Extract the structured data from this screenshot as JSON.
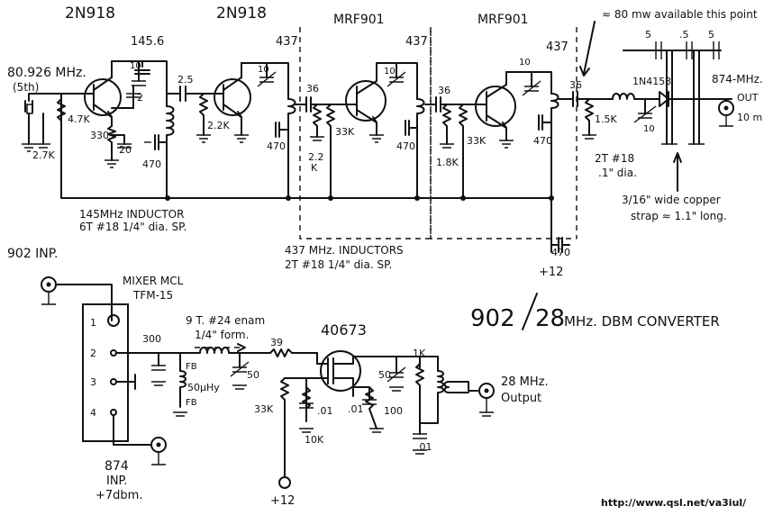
{
  "title": {
    "part1": "902",
    "part2": "28",
    "part3": "MHz. DBM CONVERTER"
  },
  "url": "http://www.qsl.net/va3iul/",
  "note_power": "≈ 80 mw available this point",
  "transistors": [
    "2N918",
    "2N918",
    "MRF901",
    "MRF901",
    "40673"
  ],
  "freqs": [
    "145.6",
    "437",
    "437",
    "437"
  ],
  "crystal": {
    "freq": "80.926 MHz.",
    "overtone": "(5th)"
  },
  "labels": {
    "r47k": "4.7K",
    "r27k": "2.7K",
    "r330": "330",
    "c20": "20",
    "c10a": "10",
    "c2": "2",
    "c470a": "470",
    "c25": "2.5",
    "r22k": "2.2K",
    "c10b": "10",
    "c470b": "470",
    "c36a": "36",
    "r22k2a": "2.2",
    "r22k2b": "K",
    "r33ka": "33K",
    "c10c": "10",
    "c470c": "470",
    "c36b": "36",
    "r18k": "1.8K",
    "r33kb": "33K",
    "c10d": "10",
    "c470d": "470",
    "c36c": "36",
    "r15k": "1.5K",
    "c10e": "10",
    "diode": "1N4153",
    "c5a": "5",
    "c5b": ".5",
    "c5c": "5",
    "out874": "874-MHz.",
    "out_a": "OUT",
    "out_b": "10 m",
    "l2t18": "2T #18",
    "l1dia": ".1\" dia.",
    "strap1": "3/16\" wide copper",
    "strap2": "strap ≈ 1.1\" long.",
    "ind145a": "145MHz INDUCTOR",
    "ind145b": "6T #18 1/4\" dia. SP.",
    "ind437a": "437 MHz. INDUCTORS",
    "ind437b": "2T #18 1/4\" dia. SP.",
    "c470e": "470",
    "v12a": "+12",
    "in902": "902 INP.",
    "mixer1": "MIXER MCL",
    "mixer2": "TFM-15",
    "pin1": "1",
    "pin2": "2",
    "pin3": "3",
    "pin4": "4",
    "in874a": "874",
    "in874b": "INP.",
    "in874c": "+7dbm.",
    "c300": "300",
    "l9t_a": "9 T. #24 enam",
    "l9t_b": "1/4\" form.",
    "fb1": "FB",
    "choke": "50μHy",
    "fb2": "FB",
    "c50a": "50",
    "r39": "39",
    "c50b": "50",
    "r1k": "1K",
    "r33kc": "33K",
    "c01a": ".01",
    "r10k": "10K",
    "c01b": ".01",
    "r100": "100",
    "c01c": ".01",
    "out28a": "28 MHz.",
    "out28b": "Output",
    "v12b": "+12"
  }
}
